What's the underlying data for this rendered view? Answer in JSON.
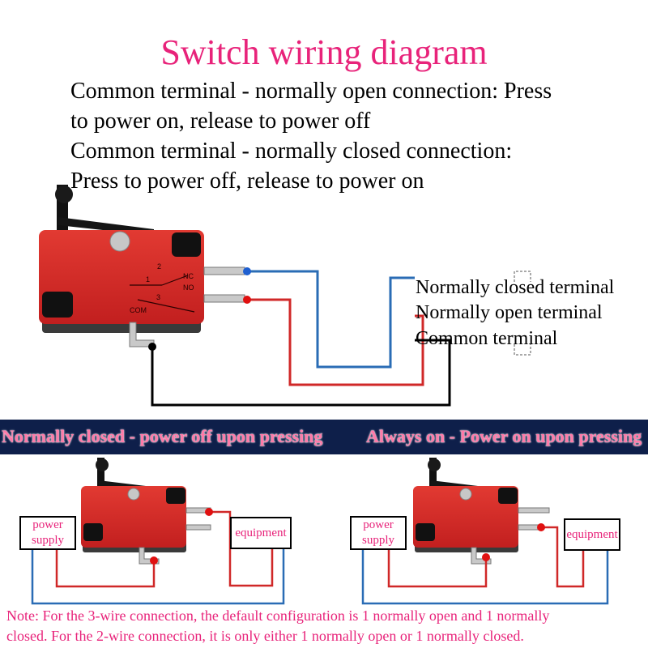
{
  "title": "Switch wiring diagram",
  "description": {
    "line1": "Common terminal - normally open connection: Press",
    "line2": "to power on, release to power off",
    "line3": "Common terminal - normally closed connection:",
    "line4": "Press to power off, release to power on"
  },
  "terminal_labels": {
    "nc": "Normally closed terminal",
    "no": "Normally open terminal",
    "com": "Common terminal"
  },
  "switch_markings": {
    "no": "NO",
    "nc": "NC",
    "com": "COM",
    "n1": "1",
    "n2": "2",
    "n3": "3"
  },
  "banner": {
    "left": "Normally closed - power off upon pressing",
    "right": "Always on - Power on upon pressing"
  },
  "left_example": {
    "supply_line1": "power",
    "supply_line2": "supply",
    "load": "equipment"
  },
  "right_example": {
    "supply_line1": "power",
    "supply_line2": "supply",
    "load": "equipment"
  },
  "note": {
    "line1": "Note: For the 3-wire connection, the default configuration is 1 normally open and 1 normally",
    "line2": "closed. For the 2-wire connection, it is only either 1 normally open or 1 normally closed."
  },
  "colors": {
    "title": "#e8237a",
    "switch_body": "#d42a2a",
    "wire_blue": "#2a6cb5",
    "wire_red": "#d02828",
    "wire_black": "#000000",
    "banner_bg": "#0e1f4a",
    "banner_text": "#ff7aa8"
  },
  "icons": [
    "microswitch-roller-lever",
    "terminal-dot-blue",
    "terminal-dot-red",
    "terminal-dot-black"
  ]
}
